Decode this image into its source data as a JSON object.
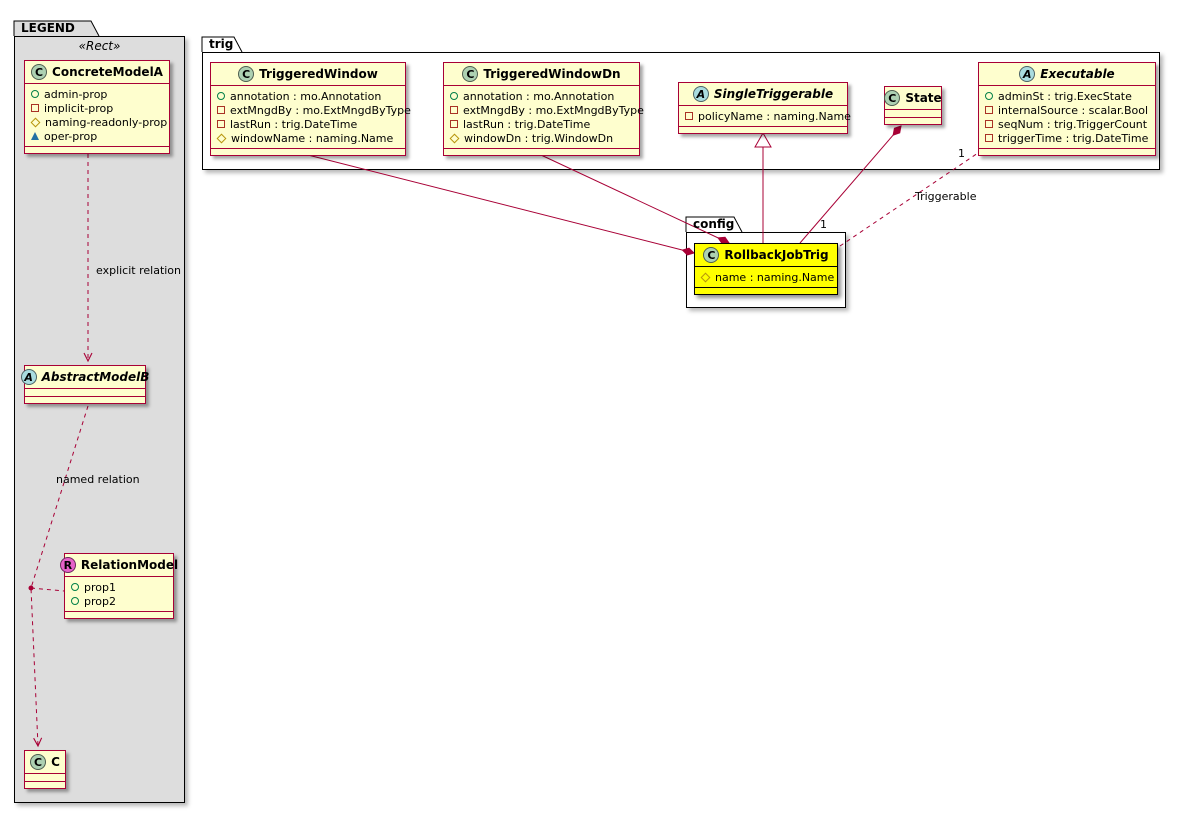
{
  "colors": {
    "line": "#A80036",
    "class_background": "#FEFECE",
    "class_border": "#A80036",
    "highlight_background": "#FFFF00",
    "legend_background": "#DDDDDD",
    "badge_class": "#ADD1B2",
    "badge_abstract": "#A9DCDF",
    "badge_relation": "#E661C8"
  },
  "legend": {
    "tab": "LEGEND",
    "stereotype": "«Rect»",
    "concrete": {
      "badge": "C",
      "name": "ConcreteModelA",
      "attrs": [
        {
          "icon": "public-circle",
          "text": "admin-prop"
        },
        {
          "icon": "private-square",
          "text": "implicit-prop"
        },
        {
          "icon": "protected-diamond",
          "text": "naming-readonly-prop"
        },
        {
          "icon": "package-triangle",
          "text": "oper-prop"
        }
      ]
    },
    "abstract": {
      "badge": "A",
      "name": "AbstractModelB"
    },
    "relation": {
      "badge": "R",
      "name": "RelationModel",
      "attrs": [
        {
          "icon": "public-circle",
          "text": "prop1"
        },
        {
          "icon": "public-circle",
          "text": "prop2"
        }
      ]
    },
    "c_class": {
      "badge": "C",
      "name": "C"
    },
    "explicit_label": "explicit relation",
    "named_label": "named relation"
  },
  "trig": {
    "tab": "trig",
    "triggered_window": {
      "badge": "C",
      "name": "TriggeredWindow",
      "attrs": [
        {
          "icon": "public-circle",
          "text": "annotation : mo.Annotation"
        },
        {
          "icon": "private-square",
          "text": "extMngdBy : mo.ExtMngdByType"
        },
        {
          "icon": "private-square",
          "text": "lastRun : trig.DateTime"
        },
        {
          "icon": "protected-diamond",
          "text": "windowName : naming.Name"
        }
      ]
    },
    "triggered_window_dn": {
      "badge": "C",
      "name": "TriggeredWindowDn",
      "attrs": [
        {
          "icon": "public-circle",
          "text": "annotation : mo.Annotation"
        },
        {
          "icon": "private-square",
          "text": "extMngdBy : mo.ExtMngdByType"
        },
        {
          "icon": "private-square",
          "text": "lastRun : trig.DateTime"
        },
        {
          "icon": "protected-diamond",
          "text": "windowDn : trig.WindowDn"
        }
      ]
    },
    "single_triggerable": {
      "badge": "A",
      "name": "SingleTriggerable",
      "attrs": [
        {
          "icon": "private-square",
          "text": "policyName : naming.Name"
        }
      ]
    },
    "state": {
      "badge": "C",
      "name": "State"
    },
    "executable": {
      "badge": "A",
      "name": "Executable",
      "attrs": [
        {
          "icon": "public-circle",
          "text": "adminSt : trig.ExecState"
        },
        {
          "icon": "private-square",
          "text": "internalSource : scalar.Bool"
        },
        {
          "icon": "private-square",
          "text": "seqNum : trig.TriggerCount"
        },
        {
          "icon": "private-square",
          "text": "triggerTime : trig.DateTime"
        }
      ]
    }
  },
  "config": {
    "tab": "config",
    "rollback": {
      "badge": "C",
      "name": "RollbackJobTrig",
      "attrs": [
        {
          "icon": "protected-diamond",
          "text": "name : naming.Name"
        }
      ]
    }
  },
  "edges": {
    "triggerable_label": "Triggerable",
    "mult_executable": "1",
    "mult_rollback": "1"
  }
}
